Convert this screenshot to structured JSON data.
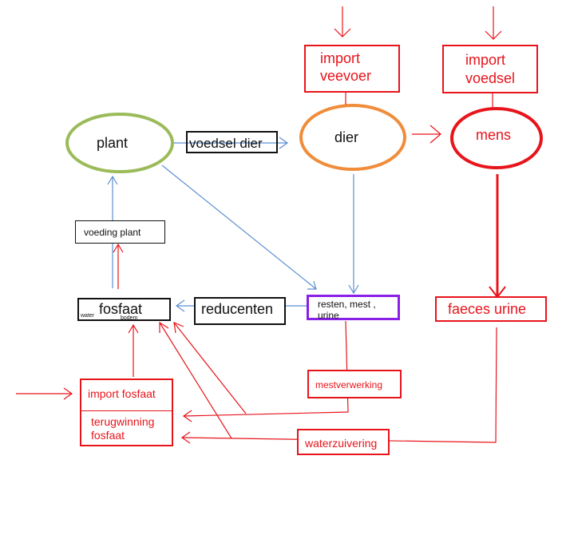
{
  "colors": {
    "red": "#e8141b",
    "blue": "#5b8fd0",
    "green": "#9bbb59",
    "orange": "#f08c3a",
    "purple": "#8a1fe8",
    "black": "#111111"
  },
  "nodes": {
    "plant": "plant",
    "dier": "dier",
    "mens": "mens",
    "voedsel_dier": "voedsel dier",
    "import_veevoer_line1": "import",
    "import_veevoer_line2": "veevoer",
    "import_voedsel_line1": "import",
    "import_voedsel_line2": "voedsel",
    "voeding_plant": "voeding plant",
    "fosfaat": "fosfaat",
    "fosfaat_water": "water",
    "fosfaat_bodem": "bodem",
    "reducenten": "reducenten",
    "resten_line1": "resten, mest ,",
    "resten_line2": "urine",
    "faeces_urine": "faeces urine",
    "mestverwerking": "mestverwerking",
    "import_fosfaat": "import fosfaat",
    "terugwinning_line1": "terugwinning",
    "terugwinning_line2": "fosfaat",
    "waterzuivering": "waterzuivering"
  }
}
